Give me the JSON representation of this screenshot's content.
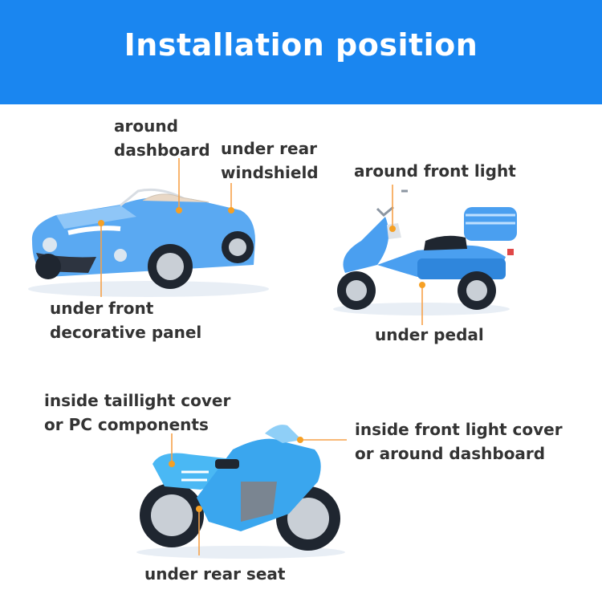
{
  "header": {
    "title": "Installation position",
    "background": "#1a86f0"
  },
  "car": {
    "labels": {
      "around_dashboard": [
        "around",
        "dashboard"
      ],
      "under_rear_windshield": [
        "under rear",
        "windshield"
      ],
      "under_front_panel": [
        "under front",
        "decorative panel"
      ]
    }
  },
  "scooter": {
    "labels": {
      "around_front_light": "around front light",
      "under_pedal": "under pedal"
    }
  },
  "motorcycle": {
    "labels": {
      "taillight": [
        "inside taillight cover",
        "or PC components"
      ],
      "front_light": [
        "inside front light cover",
        "or around dashboard"
      ],
      "under_rear_seat": "under rear seat"
    }
  },
  "colors": {
    "leader_line": "#f6a24a",
    "marker_dot": "#f6a024",
    "vehicle_blue": "#4a9ff0",
    "text": "#333333"
  }
}
